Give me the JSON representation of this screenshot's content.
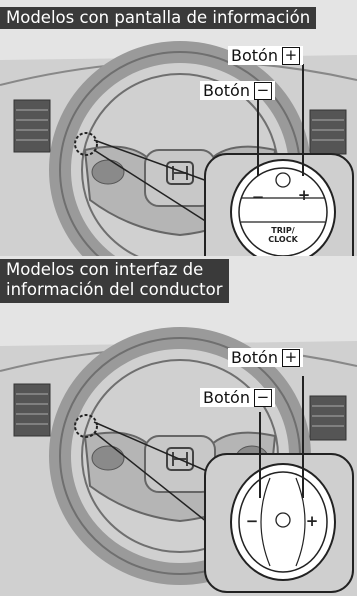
{
  "top_panel": {
    "header": "Modelos con pantalla de información",
    "label_plus": "Botón",
    "label_minus": "Botón",
    "plus_symbol": "+",
    "minus_symbol": "−",
    "switch_text": "TRIP/\nCLOCK",
    "plus_glyph": "+",
    "minus_glyph": "−"
  },
  "bottom_panel": {
    "header_line1": "Modelos con interfaz de",
    "header_line2": "información del conductor",
    "label_plus": "Botón",
    "label_minus": "Botón",
    "plus_symbol": "+",
    "minus_symbol": "−",
    "plus_glyph": "+",
    "minus_glyph": "−"
  },
  "colors": {
    "background": "#dadada",
    "dash": "#bfbfbf",
    "line": "#333333",
    "header_bg": "#3a3a3a"
  }
}
